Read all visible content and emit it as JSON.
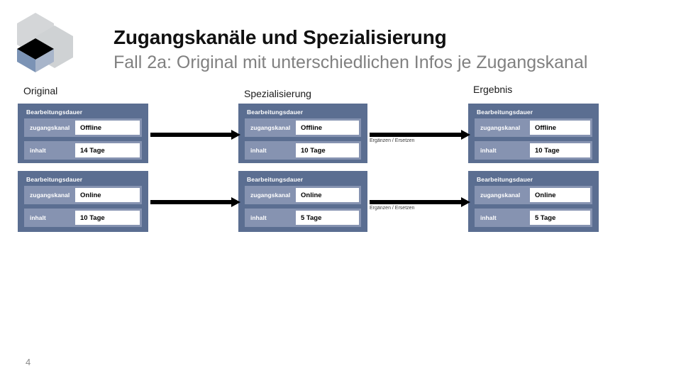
{
  "slide": {
    "title": "Zugangskanäle und Spezialisierung",
    "subtitle": "Fall 2a: Original mit unterschiedlichen Infos je Zugangskanal",
    "page_number": "4"
  },
  "logo": {
    "name": "hexagon-logo",
    "colors": {
      "hex_light": "#d4d6d8",
      "hex_light_2": "#cfd2d4",
      "cube_top": "#000000",
      "cube_left": "#7b93b5",
      "cube_right": "#a8b5ca"
    }
  },
  "theme": {
    "card_bg": "#5b6e91",
    "field_bg": "#8693b1",
    "value_bg": "#ffffff",
    "arrow": "#000000",
    "subtitle": "#808080"
  },
  "columns": [
    {
      "id": "original",
      "heading": "Original"
    },
    {
      "id": "spezialisierung",
      "heading": "Spezialisierung"
    },
    {
      "id": "ergebnis",
      "heading": "Ergebnis"
    }
  ],
  "cards": {
    "original_offline": {
      "title": "Bearbeitungsdauer",
      "rows": [
        {
          "label": "zugangskanal",
          "value": "Offline"
        },
        {
          "label": "inhalt",
          "value": "14 Tage"
        }
      ]
    },
    "original_online": {
      "title": "Bearbeitungsdauer",
      "rows": [
        {
          "label": "zugangskanal",
          "value": "Online"
        },
        {
          "label": "inhalt",
          "value": "10 Tage"
        }
      ]
    },
    "spezialisierung_offline": {
      "title": "Bearbeitungsdauer",
      "rows": [
        {
          "label": "zugangskanal",
          "value": "Offline"
        },
        {
          "label": "inhalt",
          "value": "10 Tage"
        }
      ]
    },
    "spezialisierung_online": {
      "title": "Bearbeitungsdauer",
      "rows": [
        {
          "label": "zugangskanal",
          "value": "Online"
        },
        {
          "label": "inhalt",
          "value": "5 Tage"
        }
      ]
    },
    "ergebnis_offline": {
      "title": "Bearbeitungsdauer",
      "rows": [
        {
          "label": "zugangskanal",
          "value": "Offline"
        },
        {
          "label": "inhalt",
          "value": "10 Tage"
        }
      ]
    },
    "ergebnis_online": {
      "title": "Bearbeitungsdauer",
      "rows": [
        {
          "label": "zugangskanal",
          "value": "Online"
        },
        {
          "label": "inhalt",
          "value": "5 Tage"
        }
      ]
    }
  },
  "arrow_labels": {
    "top": "Ergänzen / Ersetzen",
    "bottom": "Ergänzen / Ersetzen"
  }
}
